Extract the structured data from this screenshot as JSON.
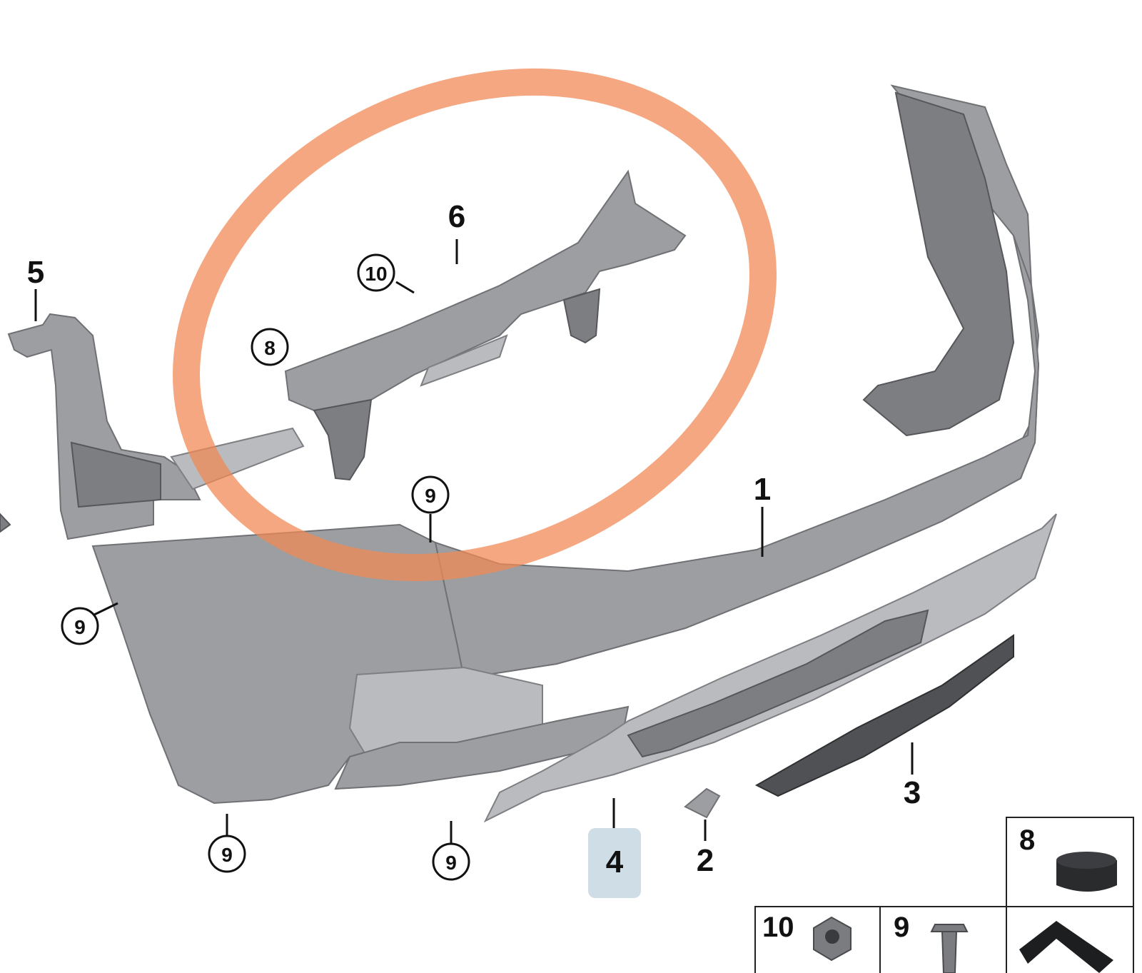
{
  "callouts": {
    "bumper_cover": "1",
    "reflector": "2",
    "grille": "3",
    "trim_strip": "4",
    "bracket_left": "5",
    "carrier": "6"
  },
  "circled_callouts": {
    "carrier_nut": "10",
    "carrier_buffer": "8",
    "screw_top": "9",
    "screw_side": "9",
    "screw_bottom_left": "9",
    "screw_bottom_mid": "9"
  },
  "inset": {
    "buffer_label": "8",
    "nut_label": "10",
    "screw_label": "9"
  },
  "highlight_color": "#f08a55",
  "badge_color": "#cfdde6"
}
